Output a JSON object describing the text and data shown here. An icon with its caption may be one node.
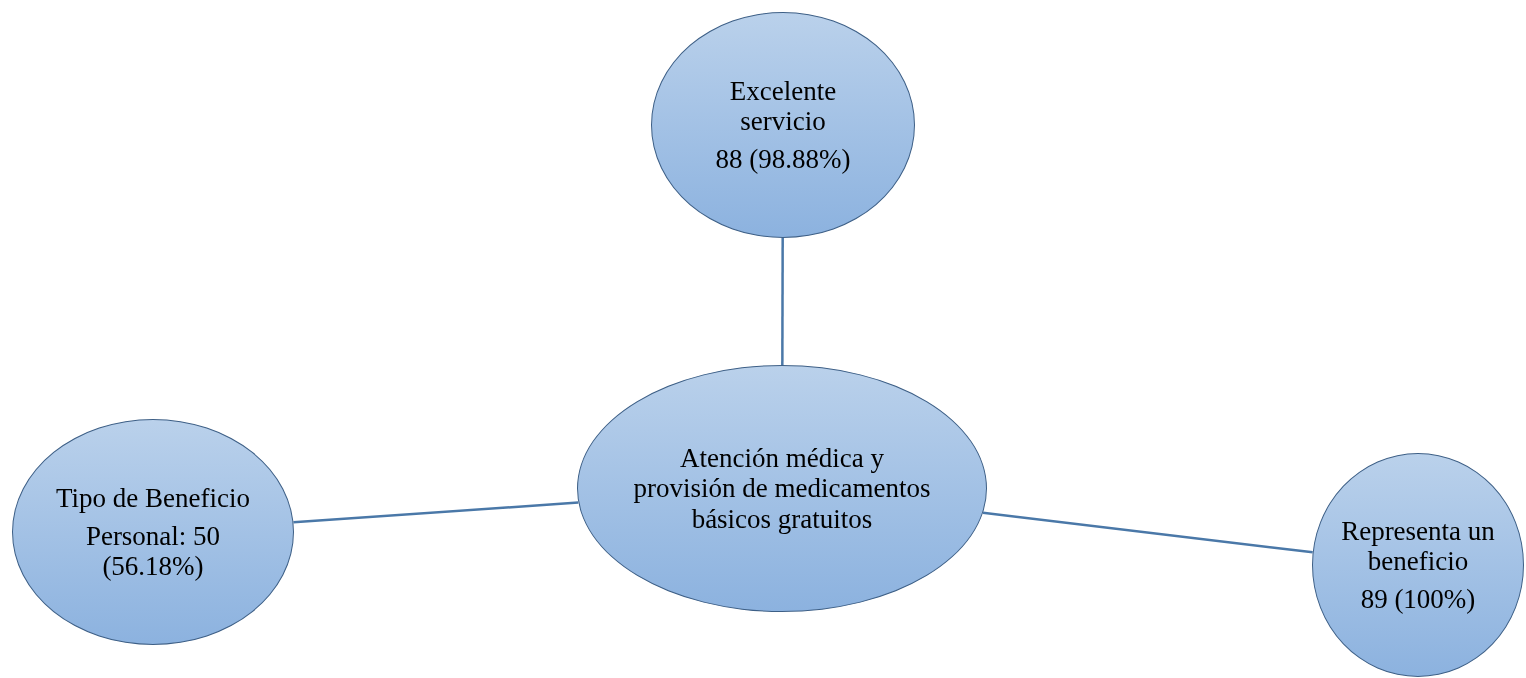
{
  "diagram": {
    "nodes": [
      {
        "text": [
          "Excelente servicio",
          "88 (98.88%)"
        ]
      },
      {
        "text": [
          "Tipo de Beneficio",
          "Personal: 50 (56.18%)"
        ]
      },
      {
        "text": [
          "Atención médica y provisión de medicamentos básicos gratuitos"
        ]
      },
      {
        "text": [
          "Representa un beneficio",
          "89 (100%)"
        ]
      }
    ],
    "edges": [
      {
        "from": 0,
        "to": 2,
        "arrow": "none"
      },
      {
        "from": 1,
        "to": 2,
        "arrow": "none"
      },
      {
        "from": 2,
        "to": 3,
        "arrow": "none"
      }
    ]
  }
}
